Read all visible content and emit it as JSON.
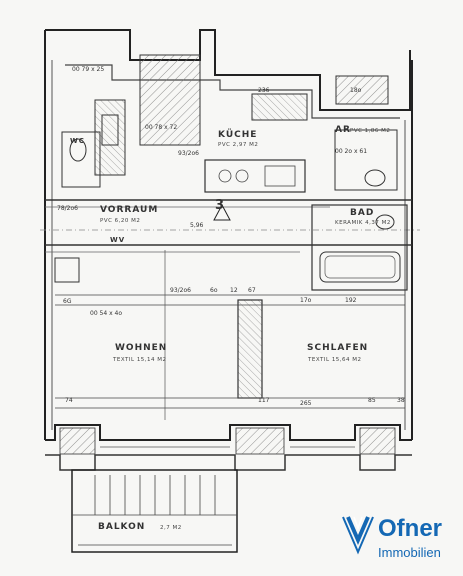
{
  "rooms": {
    "vorraum": {
      "name": "VORRAUM",
      "floor": "PVC",
      "area": "6,20 M2"
    },
    "kueche": {
      "name": "KÜCHE",
      "floor": "PVC",
      "area": "2,97 M2"
    },
    "ar": {
      "name": "AR",
      "floor": "PVC",
      "area": "1,86 M2"
    },
    "bad": {
      "name": "BAD",
      "floor": "KERAMIK",
      "area": "4,37 M2"
    },
    "wohnen": {
      "name": "WOHNEN",
      "floor": "TEXTIL",
      "area": "15,14 M2"
    },
    "schlafen": {
      "name": "SCHLAFEN",
      "floor": "TEXTIL",
      "area": "15,64 M2"
    },
    "balkon": {
      "name": "BALKON",
      "area": "2,7 M2"
    },
    "wc": {
      "name": "WC"
    },
    "wv": {
      "name": "WV"
    }
  },
  "dimensions": {
    "d1": "00 79 x 25",
    "d2": "236",
    "d3": "18o",
    "d4": "00 78 x 72",
    "d5": "93/2o6",
    "d6": "00 2o x 61",
    "d7": "78/2o6",
    "d8": "5,96",
    "d9": "93/2o6",
    "d10": "6o",
    "d11": "12",
    "d12": "67",
    "d13": "17o",
    "d14": "192",
    "d15": "00 54 x 4o",
    "d16": "6G",
    "d17": "265",
    "d18": "85",
    "d19": "38",
    "d20": "74",
    "d21": "117",
    "d22": "3"
  },
  "brand": {
    "name": "Ofner",
    "tagline": "Immobilien",
    "color": "#1468b4"
  }
}
